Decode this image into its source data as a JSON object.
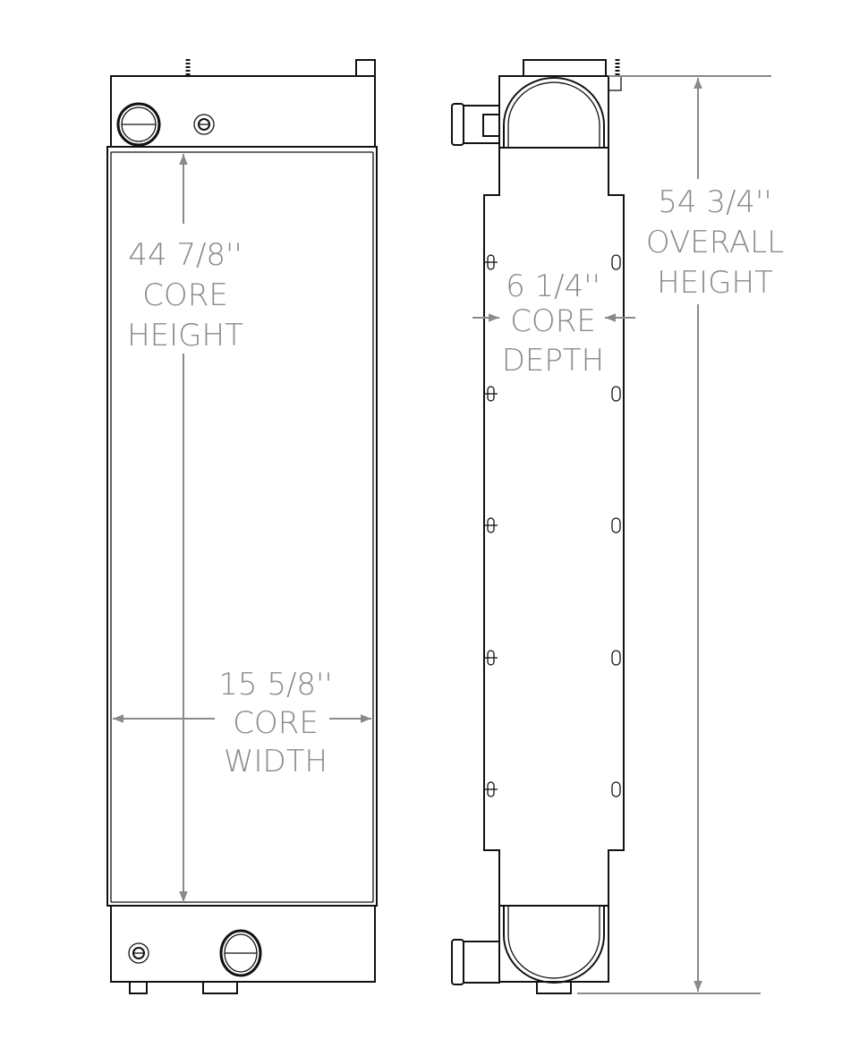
{
  "front_view": {
    "core_height": {
      "value": "44 7/8''",
      "line1": "CORE",
      "line2": "HEIGHT"
    },
    "core_width": {
      "value": "15 5/8''",
      "line1": "CORE",
      "line2": "WIDTH"
    }
  },
  "side_view": {
    "core_depth": {
      "value": "6 1/4''",
      "line1": "CORE",
      "line2": "DEPTH"
    },
    "overall_height": {
      "value": "54 3/4''",
      "line1": "OVERALL",
      "line2": "HEIGHT"
    }
  },
  "colors": {
    "outline": "#111111",
    "dimension": "#8a8a8a"
  }
}
